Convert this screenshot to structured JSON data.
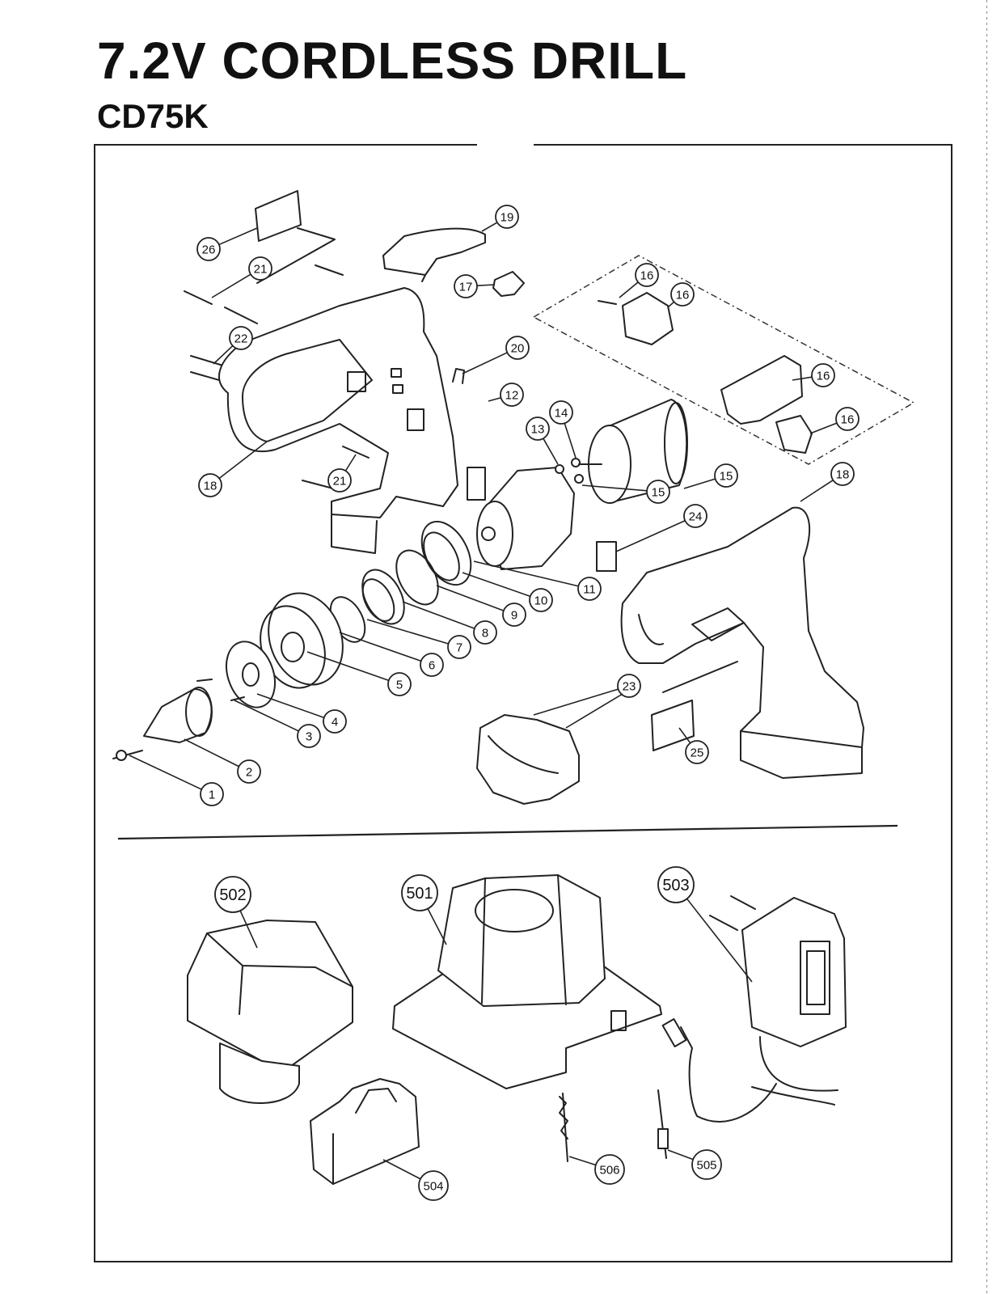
{
  "header": {
    "title": "7.2V CORDLESS DRILL",
    "model": "CD75K"
  },
  "callouts": {
    "c1": "1",
    "c2": "2",
    "c3": "3",
    "c4": "4",
    "c5": "5",
    "c6": "6",
    "c7": "7",
    "c8": "8",
    "c9": "9",
    "c10": "10",
    "c11": "11",
    "c12": "12",
    "c13": "13",
    "c14": "14",
    "c15a": "15",
    "c15b": "15",
    "c16a": "16",
    "c16b": "16",
    "c16c": "16",
    "c16d": "16",
    "c17": "17",
    "c18a": "18",
    "c18b": "18",
    "c19": "19",
    "c20": "20",
    "c21a": "21",
    "c21b": "21",
    "c22": "22",
    "c23": "23",
    "c24": "24",
    "c25": "25",
    "c26": "26",
    "c501": "501",
    "c502": "502",
    "c503": "503",
    "c504": "504",
    "c505": "505",
    "c506": "506"
  }
}
